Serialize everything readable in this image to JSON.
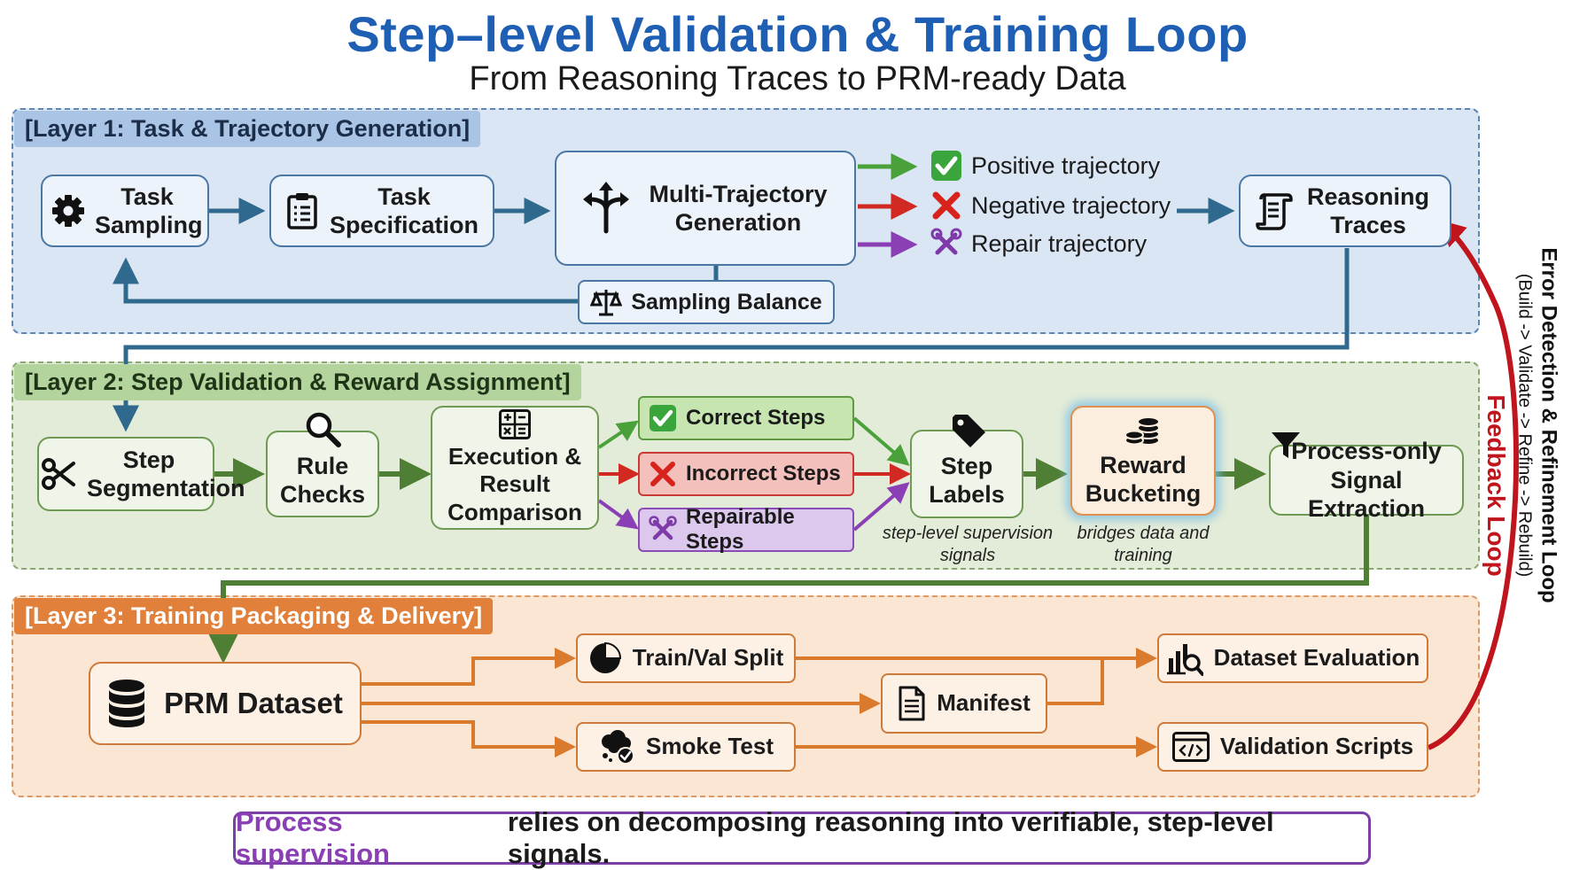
{
  "title": "Step–level Validation & Training Loop",
  "subtitle": "From Reasoning Traces to PRM-ready Data",
  "layer1": {
    "tab": "[Layer 1: Task & Trajectory Generation]",
    "task_sampling": "Task Sampling",
    "task_specification": "Task Specification",
    "multi_trajectory": "Multi-Trajectory Generation",
    "positive": "Positive trajectory",
    "negative": "Negative trajectory",
    "repair": "Repair trajectory",
    "reasoning_traces": "Reasoning Traces",
    "sampling_balance": "Sampling Balance"
  },
  "layer2": {
    "tab": "[Layer 2:  Step Validation & Reward Assignment]",
    "step_segmentation": "Step Segmentation",
    "rule_checks": "Rule Checks",
    "execution_comparison": "Execution & Result Comparison",
    "correct_steps": "Correct Steps",
    "incorrect_steps": "Incorrect Steps",
    "repairable_steps": "Repairable Steps",
    "step_labels": "Step Labels",
    "step_labels_caption": "step-level supervision signals",
    "reward_bucketing": "Reward Bucketing",
    "reward_bucketing_caption": "bridges data and training",
    "process_only": "Process-only Signal Extraction"
  },
  "layer3": {
    "tab": "[Layer 3: Training Packaging & Delivery]",
    "prm_dataset": "PRM Dataset",
    "train_val_split": "Train/Val Split",
    "manifest": "Manifest",
    "smoke_test": "Smoke Test",
    "dataset_evaluation": "Dataset Evaluation",
    "validation_scripts": "Validation Scripts"
  },
  "side": {
    "title": "Error Detection & Refinement Loop",
    "subtitle": "(Build -> Validate -> Refine -> Rebuild)",
    "feedback": "Feedback Loop"
  },
  "footer": {
    "emphasis": "Process supervision",
    "rest": "relies on decomposing reasoning into verifiable, step-level signals."
  },
  "colors": {
    "title_blue": "#1e5fb3",
    "layer1_bg": "#dae6f3",
    "layer2_bg": "#e3ecd8",
    "layer3_bg": "#fbe6d4",
    "blue_arrow": "#2f6a8e",
    "green_arrow": "#4f7f34",
    "orange_arrow": "#d97a2c",
    "positive": "#4aa13a",
    "negative": "#d02a22",
    "repair": "#8a3fb5",
    "feedback": "#c0151d"
  }
}
